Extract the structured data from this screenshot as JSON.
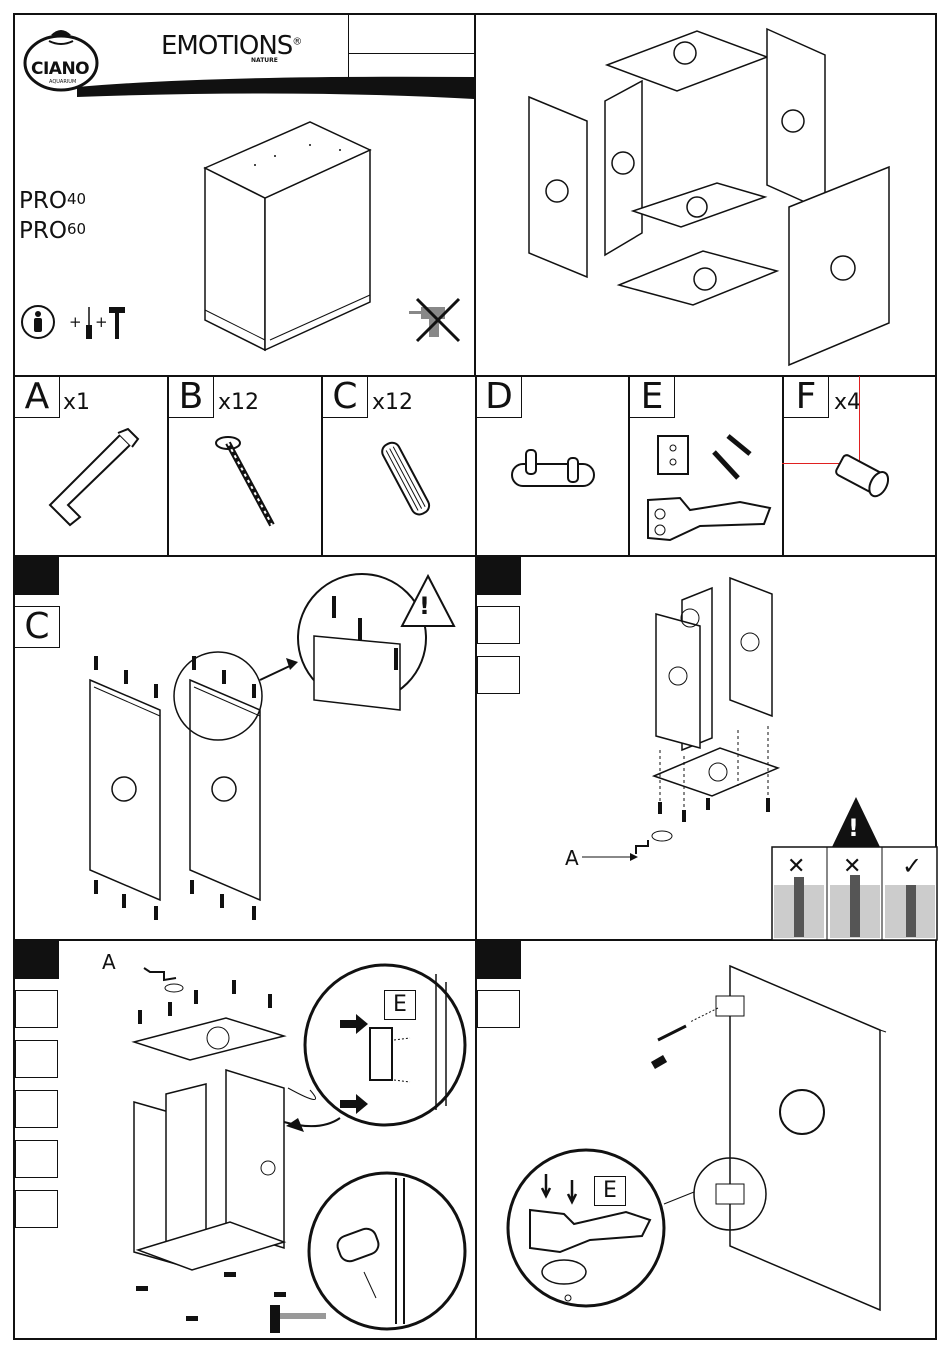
{
  "header": {
    "logo_text": "CIANO",
    "logo_sub": "AQUARIUM",
    "brand": "EMOTIONS",
    "brand_mark": "®",
    "brand_sub": "NATURE",
    "models": [
      {
        "name": "PRO",
        "size": "40"
      },
      {
        "name": "PRO",
        "size": "60"
      }
    ]
  },
  "tools_icons": [
    "person-icon",
    "screwdriver-icon",
    "hammer-icon"
  ],
  "plus": "+",
  "parts": [
    {
      "letter": "A",
      "qty": "x1"
    },
    {
      "letter": "B",
      "qty": "x12"
    },
    {
      "letter": "C",
      "qty": "x12"
    },
    {
      "letter": "D",
      "qty": ""
    },
    {
      "letter": "E",
      "qty": ""
    },
    {
      "letter": "F",
      "qty": "x4"
    }
  ],
  "steps": {
    "step1_part": "C",
    "step2_tool": "A",
    "step3_tool": "A",
    "step3_callout": "E",
    "step4_callout": "E"
  },
  "check_marks": [
    "✕",
    "✕",
    "✓"
  ],
  "warning": "!",
  "colors": {
    "ink": "#111111",
    "highlight": "#e02020",
    "gray": "#8a8a8a"
  }
}
